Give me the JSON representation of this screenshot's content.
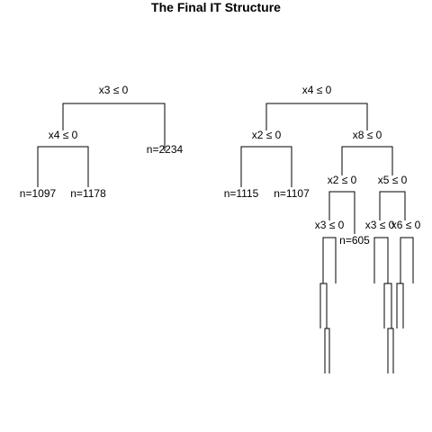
{
  "title": "The Final IT Structure",
  "tree_left": {
    "split": "x3 ≤ 0",
    "left": {
      "split": "x4 ≤ 0",
      "left": {
        "leaf": "n=1097"
      },
      "right": {
        "leaf": "n=1178"
      }
    },
    "right": {
      "leaf": "n=2234"
    }
  },
  "tree_right": {
    "split": "x4 ≤ 0",
    "left": {
      "split": "x2 ≤ 0",
      "left": {
        "leaf": "n=1115"
      },
      "right": {
        "leaf": "n=1107"
      }
    },
    "right": {
      "split": "x8 ≤ 0",
      "left": {
        "split": "x2 ≤ 0",
        "left": {
          "split": "x3 ≤ 0"
        },
        "right": {
          "leaf": "n=605"
        }
      },
      "right": {
        "split": "x5 ≤ 0",
        "left": {
          "split": "x3 ≤ 0"
        },
        "right": {
          "split": "x6 ≤ 0"
        }
      }
    }
  }
}
